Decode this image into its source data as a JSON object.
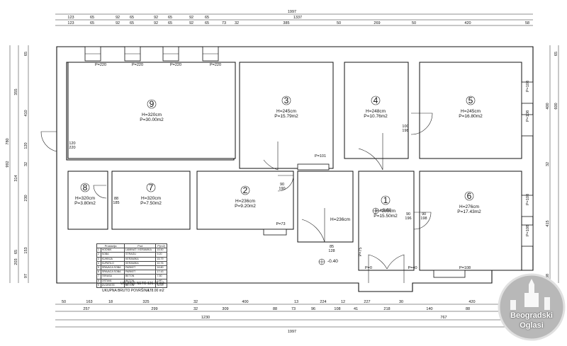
{
  "dimensions": {
    "top_total": "1997",
    "top_row1": [
      "123",
      "65",
      "92",
      "65",
      "92",
      "65",
      "92",
      "65",
      "1337"
    ],
    "top_row2": [
      "123",
      "65",
      "92",
      "65",
      "92",
      "65",
      "92",
      "65",
      "73",
      "32",
      "385",
      "50",
      "269",
      "50",
      "420",
      "58"
    ],
    "bottom_row1": [
      "50",
      "163",
      "18",
      "325",
      "32",
      "400",
      "13",
      "224",
      "12",
      "227",
      "30",
      "420",
      "58"
    ],
    "bottom_row2": [
      "257",
      "299",
      "32",
      "309",
      "88",
      "73",
      "96",
      "108",
      "41",
      "218",
      "140",
      "88",
      "102"
    ],
    "bottom_row3": [
      "1230",
      "767"
    ],
    "bottom_total": "1997",
    "left_col1": [
      "780",
      "992"
    ],
    "left_col2": [
      "65",
      "355",
      "410",
      "120",
      "32",
      "314",
      "230",
      "65",
      "153",
      "203",
      "97"
    ],
    "right_col": [
      "65",
      "400",
      "600",
      "32",
      "415",
      "38"
    ]
  },
  "rooms": [
    {
      "num": "9",
      "h": "H=320cm",
      "p": "P=30.00m2"
    },
    {
      "num": "3",
      "h": "H=245cm",
      "p": "P=15.79m2"
    },
    {
      "num": "4",
      "h": "H=248cm",
      "p": "P=10.76m2"
    },
    {
      "num": "5",
      "h": "H=245cm",
      "p": "P=16.80m2"
    },
    {
      "num": "8",
      "h": "H=320cm",
      "p": "P=3.80m2"
    },
    {
      "num": "7",
      "h": "H=320cm",
      "p": "P=7.50m2"
    },
    {
      "num": "2",
      "h": "H=236cm",
      "p": "P=9.20m2"
    },
    {
      "num": "1",
      "h": "H=285cm",
      "p": "P=15.50m2"
    },
    {
      "num": "6",
      "h": "H=276cm",
      "p": "P=17.43m2"
    }
  ],
  "hallway_label": "H=236cm",
  "window_labels": [
    "P=220",
    "P=220",
    "P=220",
    "P=220",
    "P=101",
    "P=73",
    "P=108",
    "P=108",
    "P=108",
    "P=108",
    "P=75",
    "P=0",
    "P=40",
    "P=108"
  ],
  "door_labels": [
    "120",
    "220",
    "100",
    "198",
    "90",
    "190",
    "88",
    "185",
    "90",
    "198",
    "85",
    "128",
    "90",
    "196"
  ],
  "levels": {
    "main": "±0.00",
    "lower": "-0.40"
  },
  "legend": {
    "headers": [
      "Prostorija",
      "Pod",
      "P(m2)"
    ],
    "rows": [
      [
        "1",
        "HODNIK",
        "LAMINAT / KERAMIKA",
        "15.50"
      ],
      [
        "2",
        "SOBA",
        "STRAGU",
        "9.20"
      ],
      [
        "3",
        "KUHINJA",
        "KERAMIKA",
        "15.79"
      ],
      [
        "4",
        "KUPATILO",
        "KERAMIKA",
        "10.76"
      ],
      [
        "5",
        "SPAVACA SOBA",
        "PARKET",
        "16.80"
      ],
      [
        "6",
        "SPAVACA SOBA",
        "PARKET",
        "17.43"
      ],
      [
        "7",
        "TERASA",
        "BETON",
        "7.50"
      ],
      [
        "8",
        "OSTAVA",
        "BETON",
        "3.80"
      ],
      [
        "9",
        "DVORISTE",
        "BETON",
        "30.00"
      ]
    ],
    "net_label": "UKUPNO NETO :",
    "net_value": "126.78 m2",
    "gross_label": "UKUPNA BRUTO POVRŠINA :",
    "gross_value": "178.00 m2"
  },
  "watermark": {
    "line1": "Beogradski",
    "line2": "Oglasi"
  }
}
